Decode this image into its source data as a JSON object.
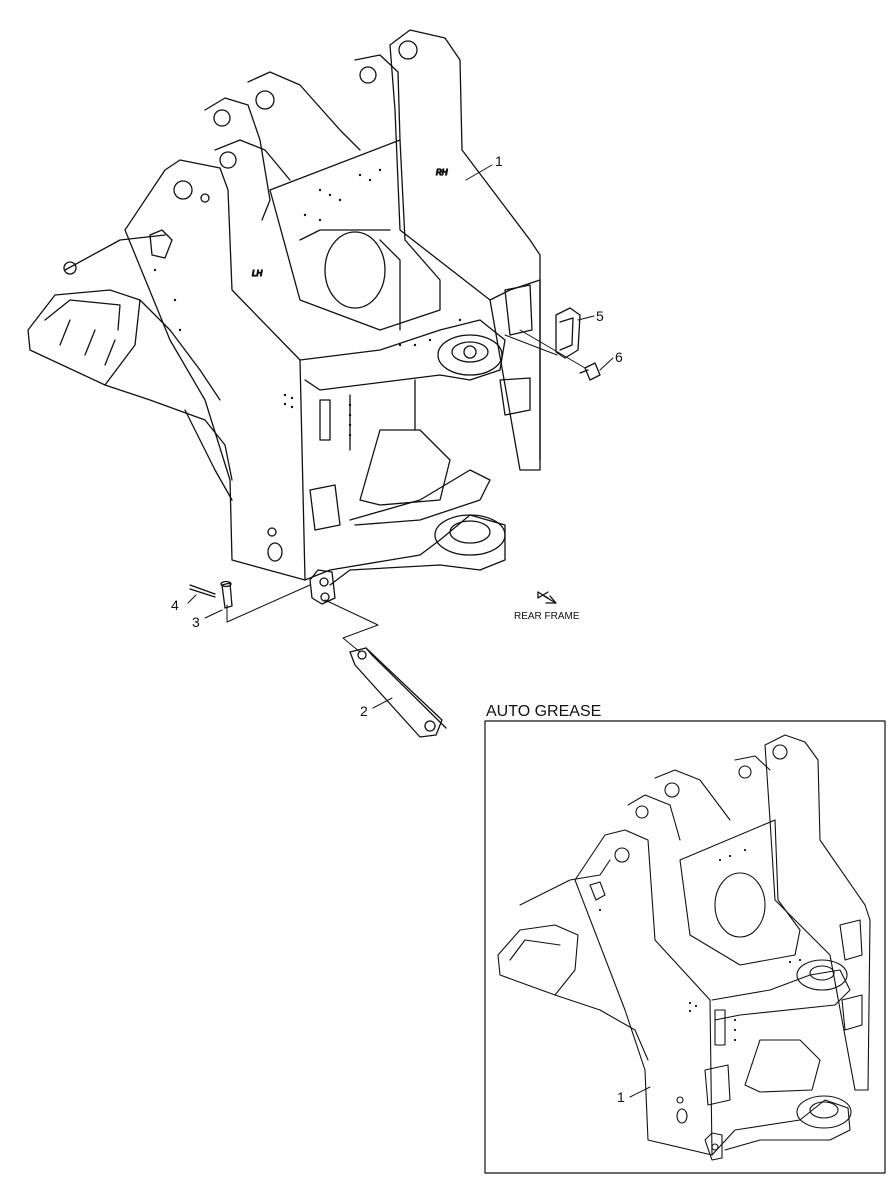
{
  "main_diagram": {
    "callouts": [
      {
        "id": "1",
        "label": "1"
      },
      {
        "id": "2",
        "label": "2"
      },
      {
        "id": "3",
        "label": "3"
      },
      {
        "id": "4",
        "label": "4"
      },
      {
        "id": "5",
        "label": "5"
      },
      {
        "id": "6",
        "label": "6"
      }
    ],
    "side_labels": {
      "rh": "RH",
      "lh": "LH"
    },
    "direction_label": "REAR FRAME"
  },
  "inset": {
    "title": "AUTO GREASE",
    "callout": "1"
  }
}
